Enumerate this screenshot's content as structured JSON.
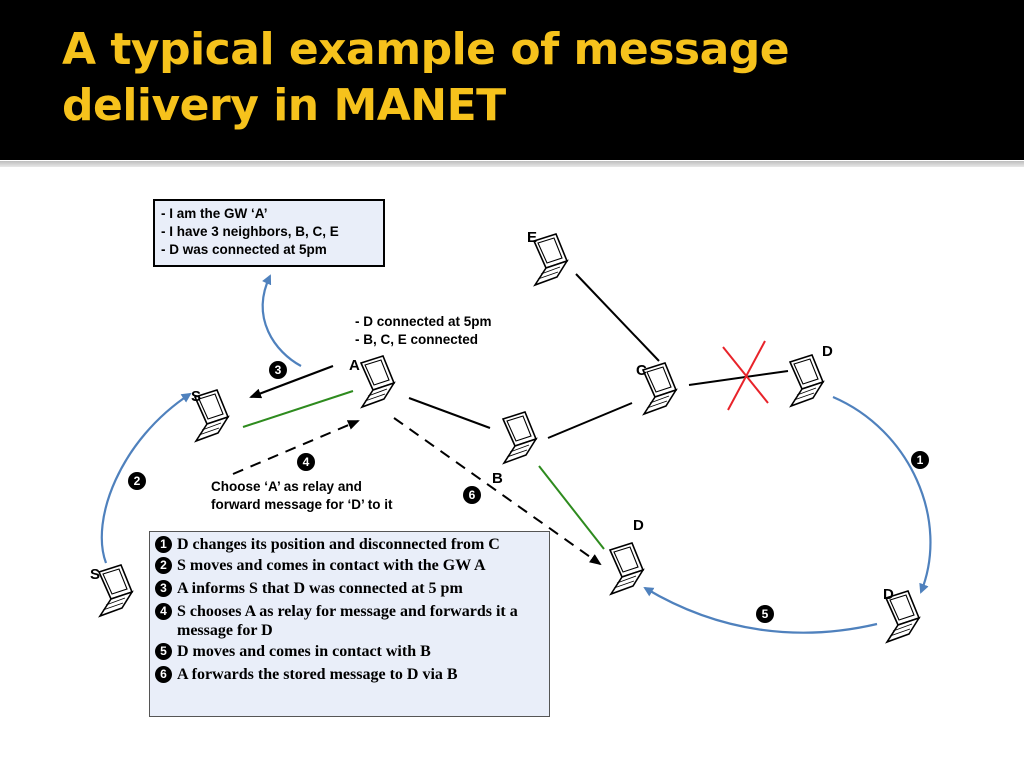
{
  "title": "A typical example of message delivery in MANET",
  "colors": {
    "title": "#f6c21c",
    "title_bar": "#000000",
    "blue_arrow": "#4f81bd",
    "green_link": "#2e8b1e",
    "cross": "#e8232a",
    "box_fill": "#e9eef9"
  },
  "gw_box": {
    "lines": [
      "- I am the GW ‘A’",
      "- I have 3 neighbors, B, C, E",
      "- D was connected at 5pm"
    ]
  },
  "a_status": {
    "lines": [
      "- D connected at 5pm",
      "- B, C, E connected"
    ]
  },
  "choose_text": {
    "lines": [
      "Choose ‘A’ as relay and",
      "forward message for ‘D’ to it"
    ]
  },
  "nodes": {
    "E": "E",
    "A": "A",
    "C": "C",
    "D_top": "D",
    "S_top": "S",
    "B": "B",
    "D_mid": "D",
    "S_bottom": "S",
    "D_right": "D"
  },
  "steps": {
    "s1": "1",
    "s2": "2",
    "s3": "3",
    "s4": "4",
    "s5": "5",
    "s6": "6"
  },
  "legend": {
    "items": [
      {
        "num": "1",
        "text": "D changes its position and disconnected from C"
      },
      {
        "num": "2",
        "text": "S moves and comes in contact with the GW A"
      },
      {
        "num": "3",
        "text": "A informs S that D was connected at 5 pm"
      },
      {
        "num": "4",
        "text": "S chooses A as relay for message and forwards it a message for D"
      },
      {
        "num": "5",
        "text": "D moves and comes in contact with B"
      },
      {
        "num": "6",
        "text": "A forwards the stored message to D via B"
      }
    ]
  }
}
